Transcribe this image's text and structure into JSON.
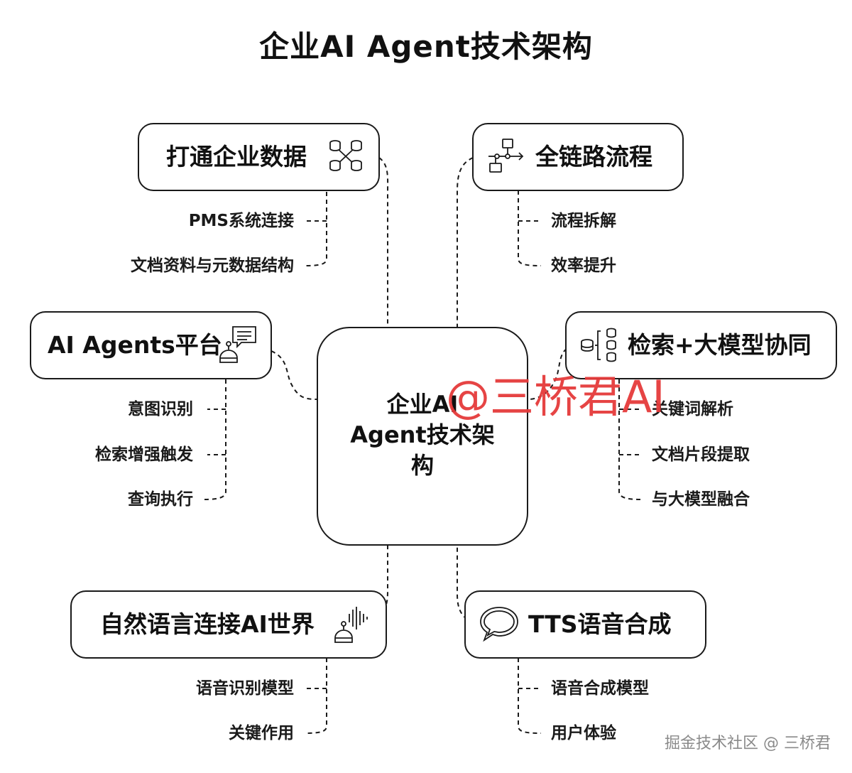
{
  "title": "企业AI Agent技术架构",
  "center": {
    "line1": "企业AI",
    "line2": "Agent技术架",
    "line3": "构"
  },
  "nodes": {
    "data": {
      "label": "打通企业数据",
      "icon": "database-network-icon",
      "items": [
        "PMS系统连接",
        "文档资料与元数据结构"
      ]
    },
    "workflow": {
      "label": "全链路流程",
      "icon": "flowchart-icon",
      "items": [
        "流程拆解",
        "效率提升"
      ]
    },
    "platform": {
      "label": "AI Agents平台",
      "icon": "robot-chat-icon",
      "items": [
        "意图识别",
        "检索增强触发",
        "查询执行"
      ]
    },
    "retrieval": {
      "label": "检索+大模型协同",
      "icon": "database-stack-icon",
      "items": [
        "关键词解析",
        "文档片段提取",
        "与大模型融合"
      ]
    },
    "nlp": {
      "label": "自然语言连接AI世界",
      "icon": "robot-soundwave-icon",
      "items": [
        "语音识别模型",
        "关键作用"
      ]
    },
    "tts": {
      "label": "TTS语音合成",
      "icon": "speech-bubble-icon",
      "items": [
        "语音合成模型",
        "用户体验"
      ]
    }
  },
  "watermark": "@三桥君AI",
  "footer": "掘金技术社区 @ 三桥君"
}
